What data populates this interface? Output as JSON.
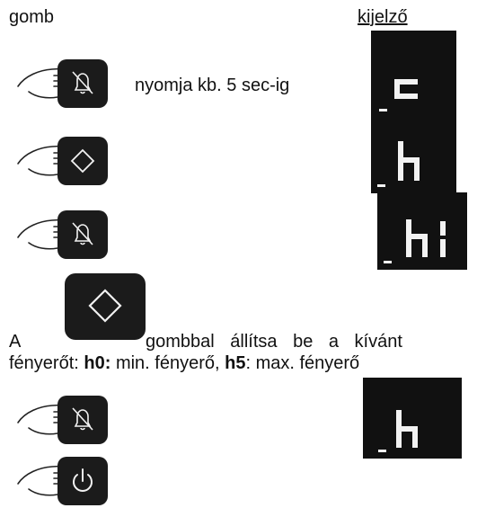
{
  "header": {
    "left": "gomb",
    "right": "kijelző"
  },
  "step1": {
    "instruction": "nyomja kb. 5 sec-ig",
    "button_icon": "bell-icon",
    "display": "c"
  },
  "step2": {
    "button_icon": "up-down-diamond-icon",
    "display": "h"
  },
  "step3": {
    "button_icon": "bell-icon",
    "display": "h1"
  },
  "paragraph": {
    "a": "A",
    "line1_rest": "gombbal állítsa be a kívánt",
    "line2_part1": "fényerőt: ",
    "h0": "h0:",
    "line2_part2": " min. fényerő, ",
    "h5": "h5",
    "line2_part3": ": max. fényerő",
    "button_icon": "up-down-diamond-icon"
  },
  "step4": {
    "button_icon": "bell-icon",
    "display": "h"
  },
  "step5": {
    "button_icon": "power-icon"
  },
  "colors": {
    "button": "#1b1b1b",
    "display_bg": "#111111",
    "segment": "#f2f2f2"
  }
}
